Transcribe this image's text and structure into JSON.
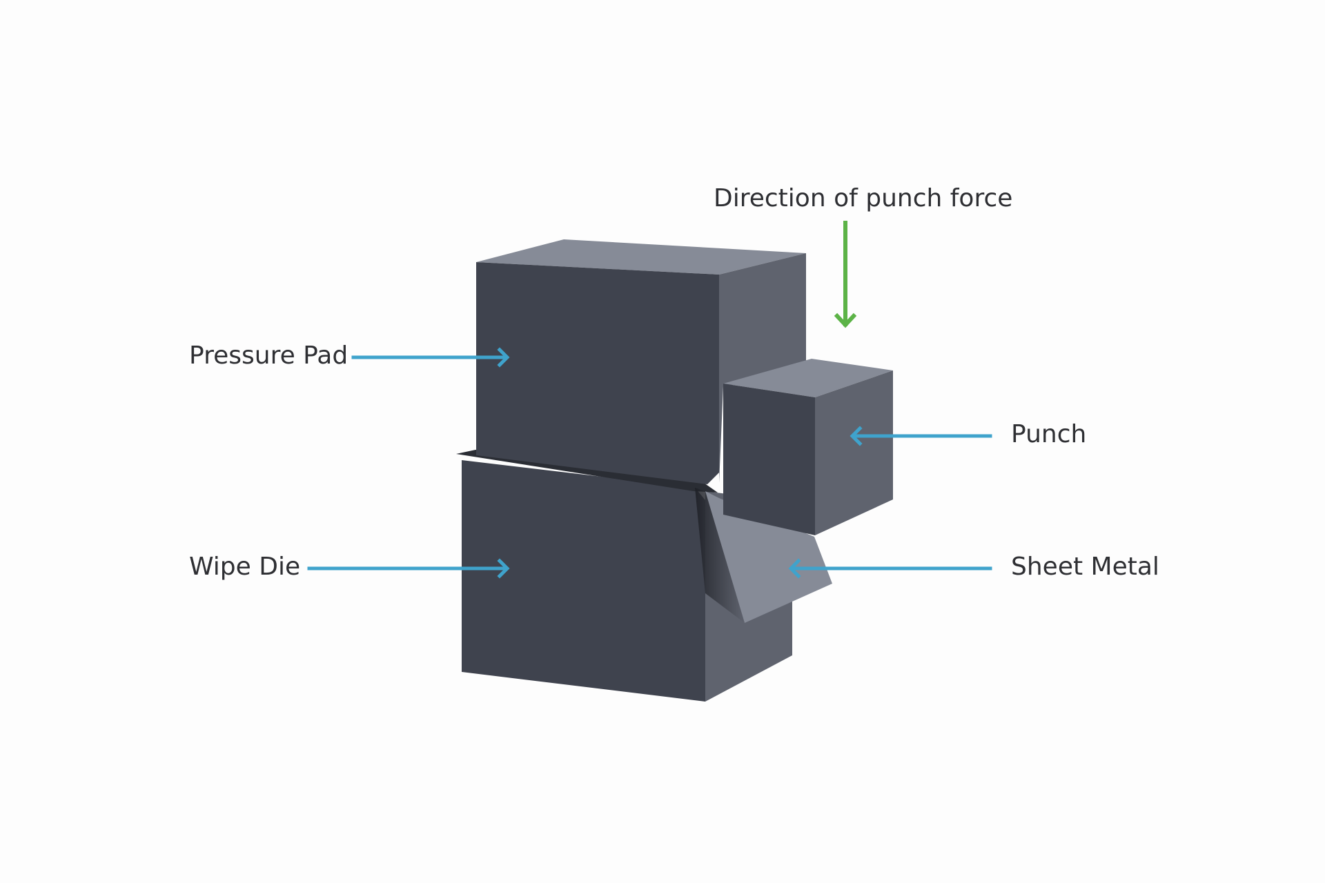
{
  "labels": {
    "force": "Direction of punch force",
    "pressure_pad": "Pressure Pad",
    "punch": "Punch",
    "wipe_die": "Wipe Die",
    "sheet_metal": "Sheet Metal"
  },
  "colors": {
    "front_face": "#3f434e",
    "side_face": "#5f636e",
    "top_face": "#868b97",
    "sheet": "#868b97",
    "arrow_blue": "#3fa3cc",
    "arrow_green": "#5cb347",
    "text": "#2e2f33"
  },
  "icons": {
    "force_arrow": "arrow-down-icon",
    "label_arrows": "arrow-icon"
  }
}
